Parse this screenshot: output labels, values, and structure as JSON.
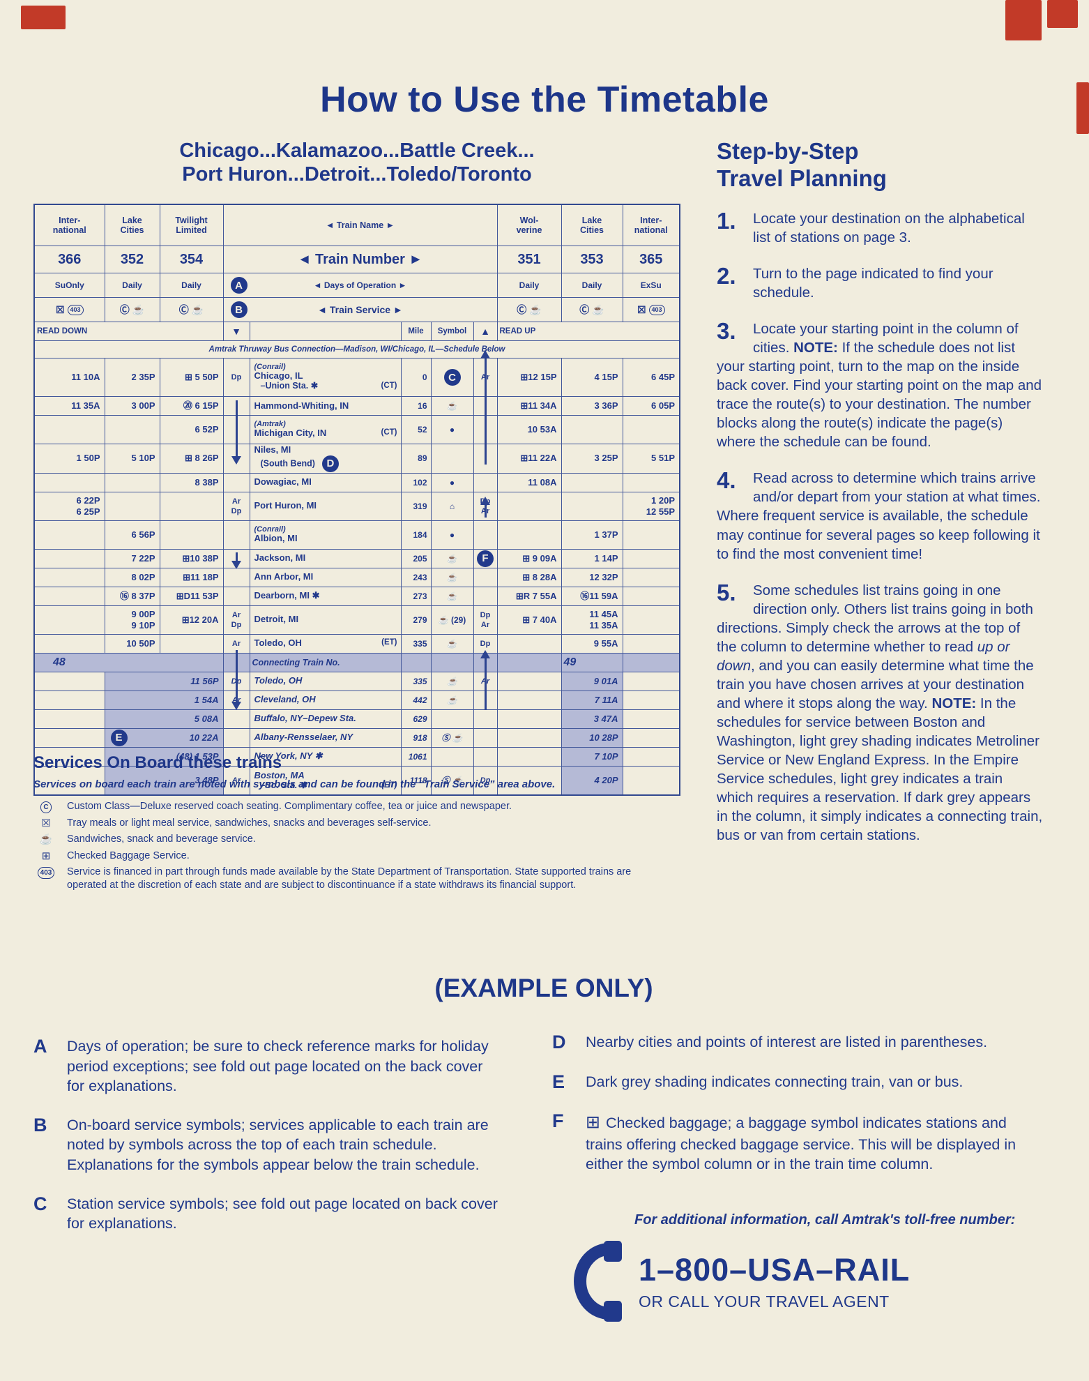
{
  "page": {
    "title": "How to Use the Timetable"
  },
  "route_heading": {
    "line1": "Chicago...Kalamazoo...Battle Creek...",
    "line2": "Port Huron...Detroit...Toledo/Toronto"
  },
  "timetable": {
    "header": {
      "names": [
        "Inter-\nnational",
        "Lake\nCities",
        "Twilight\nLimited",
        "Wol-\nverine",
        "Lake\nCities",
        "Inter-\nnational"
      ],
      "mid_name": "◄ Train Name ►",
      "numbers": [
        "366",
        "352",
        "354",
        "351",
        "353",
        "365"
      ],
      "mid_number": "◄ Train Number ►",
      "days": [
        "SuOnly",
        "Daily",
        "Daily",
        "Daily",
        "Daily",
        "ExSu"
      ],
      "mid_days": "◄ Days of Operation ►",
      "badge_days": "A",
      "service": [
        [
          "☒",
          "pill:403"
        ],
        [
          "Ⓒ",
          "☕"
        ],
        [
          "Ⓒ",
          "☕"
        ],
        [
          "Ⓒ",
          "☕"
        ],
        [
          "Ⓒ",
          "☕"
        ],
        [
          "☒",
          "pill:403"
        ]
      ],
      "mid_service": "◄ Train Service ►",
      "badge_service": "B",
      "read_down": "READ DOWN",
      "read_up": "READ UP",
      "mile": "Mile",
      "symbol": "Symbol",
      "down_arrow": "▼",
      "up_arrow": "▲",
      "bus_note": "Amtrak Thruway Bus Connection—Madison, WI/Chicago, IL—Schedule Below"
    },
    "rows": [
      {
        "t366": "11 10A",
        "t352": "2 35P",
        "t354": "⊞ 5 50P",
        "ad": "Dp",
        "pre": "(Conrail)",
        "main": "Chicago, IL",
        "sub": "–Union Sta. ✱",
        "tz": "(CT)",
        "mile": "0",
        "symBadge": "C",
        "du": "Ar",
        "t351": "⊞12 15P",
        "t353": "4 15P",
        "t365": "6 45P"
      },
      {
        "t366": "11 35A",
        "t352": "3 00P",
        "t354": "⑳ 6 15P",
        "main": "Hammond-Whiting, IN",
        "mile": "16",
        "sym": "☕",
        "t351": "⊞11 34A",
        "t353": "3 36P",
        "t365": "6 05P"
      },
      {
        "t354": "6 52P",
        "pre": "(Amtrak)",
        "main": "Michigan City, IN",
        "tz": "(CT)",
        "mile": "52",
        "sym": "●",
        "t351": "10 53A"
      },
      {
        "t366": "1 50P",
        "t352": "5 10P",
        "t354": "⊞ 8 26P",
        "main": "Niles, MI",
        "sub": "(South Bend)",
        "stBadge": "D",
        "mile": "89",
        "t351": "⊞11 22A",
        "t353": "3 25P",
        "t365": "5 51P"
      },
      {
        "t354": "8 38P",
        "main": "Dowagiac, MI",
        "mile": "102",
        "sym": "●",
        "t351": "11 08A"
      },
      {
        "t366": "6 22P\n6 25P",
        "ad": "Ar\nDp",
        "main": "Port Huron, MI",
        "mile": "319",
        "sym": "⌂",
        "du": "Dp\nAr",
        "t365": "1 20P\n12 55P"
      },
      {
        "t352": "6 56P",
        "pre": "(Conrail)",
        "main": "Albion, MI",
        "mile": "184",
        "sym": "●",
        "t353": "1 37P"
      },
      {
        "t352": "7 22P",
        "t354": "⊞10 38P",
        "main": "Jackson, MI",
        "mile": "205",
        "sym": "☕",
        "duBadge": "F",
        "t351": "⊞ 9 09A",
        "t353": "1 14P"
      },
      {
        "t352": "8 02P",
        "t354": "⊞11 18P",
        "main": "Ann Arbor, MI",
        "mile": "243",
        "sym": "☕",
        "t351": "⊞ 8 28A",
        "t353": "12 32P"
      },
      {
        "t352": "⑯ 8 37P",
        "t354": "⊞D11 53P",
        "main": "Dearborn, MI ✱",
        "mile": "273",
        "sym": "☕",
        "t351": "⊞R 7 55A",
        "t353": "⑯11 59A"
      },
      {
        "t352": "9 00P\n9 10P",
        "t354": "⊞12 20A",
        "ad": "Ar\nDp",
        "main": "Detroit, MI",
        "mile": "279",
        "sym": "☕ (29)",
        "du": "Dp\nAr",
        "t351": "⊞ 7 40A",
        "t353": "11 45A\n11 35A"
      },
      {
        "t352": "10 50P",
        "ad": "Ar",
        "main": "Toledo, OH",
        "tz": "(ET)",
        "mile": "335",
        "sym": "☕",
        "du": "Dp",
        "t353": "9 55A"
      },
      {
        "type": "head",
        "left": "48",
        "label": "Connecting Train No.",
        "right": "49"
      },
      {
        "connect": true,
        "time": "11 56P",
        "ad": "Dp",
        "main": "Toledo, OH",
        "mile": "335",
        "sym": "☕",
        "du": "Ar",
        "t353": "9 01A"
      },
      {
        "connect": true,
        "time": "1 54A",
        "ad": "Ar",
        "main": "Cleveland, OH",
        "mile": "442",
        "sym": "☕",
        "t353": "7 11A"
      },
      {
        "connect": true,
        "time": "5 08A",
        "main": "Buffalo, NY–Depew Sta.",
        "mile": "629",
        "t353": "3 47A"
      },
      {
        "connect": true,
        "time": "10 22A",
        "leftBadge": "E",
        "main": "Albany-Rensselaer, NY",
        "mile": "918",
        "sym": "Ⓢ ☕",
        "t353": "10 28P"
      },
      {
        "connect": true,
        "time": "(48) 1 53P",
        "main": "New York, NY ✱",
        "mile": "1061",
        "t353": "7 10P"
      },
      {
        "connect": true,
        "time": "3 48P",
        "ad": "Ar",
        "main": "Boston, MA",
        "sub": "–So. Sta. ✱",
        "tz": "(ET)",
        "mile": "1118",
        "sym": "Ⓢ ☕",
        "du": "Dp",
        "t353": "4 20P"
      }
    ]
  },
  "services": {
    "heading": "Services On Board these trains",
    "note": "Services on board each train are noted with symbols and can be found in the “Train Service” area above.",
    "items": [
      {
        "icon": "pill:C",
        "text": "Custom Class—Deluxe reserved coach seating. Complimentary coffee, tea or juice and newspaper."
      },
      {
        "icon": "☒",
        "text": "Tray meals or light meal service, sandwiches, snacks and beverages self-service."
      },
      {
        "icon": "☕",
        "text": "Sandwiches, snack and beverage service."
      },
      {
        "icon": "⊞",
        "text": "Checked Baggage Service."
      },
      {
        "icon": "pill:403",
        "text": "Service is financed in part through funds made available by the State Department of Transportation. State supported trains are operated at the discretion of each state and are subject to discontinuance if a state withdraws its financial support."
      }
    ]
  },
  "example_label": "(EXAMPLE ONLY)",
  "letters": {
    "left": [
      {
        "letter": "A",
        "text": "Days of operation; be sure to check reference marks for holiday period exceptions; see fold out page located on the back cover for explanations."
      },
      {
        "letter": "B",
        "text": "On-board service symbols; services applicable to each train are noted by symbols across the top of each train schedule. Explanations for the symbols appear below the train schedule."
      },
      {
        "letter": "C",
        "text": "Station service symbols; see fold out page located on back cover for explanations."
      }
    ],
    "right": [
      {
        "letter": "D",
        "text": "Nearby cities and points of interest are listed in parentheses."
      },
      {
        "letter": "E",
        "text": "Dark grey shading indicates connecting train, van or bus."
      },
      {
        "letter": "F",
        "icon": "⊞",
        "text": "Checked baggage; a baggage symbol indicates stations and trains offering checked baggage service. This will be displayed in either the symbol column or in the train time column."
      }
    ]
  },
  "planning": {
    "heading": "Step-by-Step\nTravel Planning",
    "steps": [
      {
        "num": "1.",
        "segs": [
          {
            "t": "Locate your destination on the alphabetical list of stations on page 3."
          }
        ]
      },
      {
        "num": "2.",
        "segs": [
          {
            "t": "Turn to the page indicated to find your schedule."
          }
        ]
      },
      {
        "num": "3.",
        "segs": [
          {
            "t": "Locate your starting point in the column of cities. "
          },
          {
            "t": "NOTE:",
            "b": true
          },
          {
            "t": " If the schedule does not list your starting point, turn to the map on the inside back cover. Find your starting point on the map and trace the route(s) to your destination. The number blocks along the route(s) indicate the page(s) where the schedule can be found."
          }
        ]
      },
      {
        "num": "4.",
        "segs": [
          {
            "t": "Read across to determine which trains arrive and/or depart from your station at what times. Where frequent service is available, the schedule may continue for several pages so keep following it to find the most convenient time!"
          }
        ]
      },
      {
        "num": "5.",
        "segs": [
          {
            "t": "Some schedules list trains going in one direction only. Others list trains going in both directions. Simply check the arrows at the top of the column to determine whether to read "
          },
          {
            "t": "up or down",
            "i": true
          },
          {
            "t": ", and you can easily determine what time the train you have chosen arrives at your destination and where it stops along the way. "
          },
          {
            "t": "NOTE:",
            "b": true
          },
          {
            "t": " In the schedules for service between Boston and Washington, light grey shading indicates Metroliner Service or New England Express. In the Empire Service schedules, light grey indicates a train which requires a reservation. If dark grey appears in the column, it simply indicates a connecting train, bus or van from certain stations."
          }
        ]
      }
    ]
  },
  "phone": {
    "note": "For additional information, call Amtrak's toll-free number:",
    "number": "1–800–USA–RAIL",
    "agent": "OR CALL YOUR TRAVEL AGENT"
  }
}
